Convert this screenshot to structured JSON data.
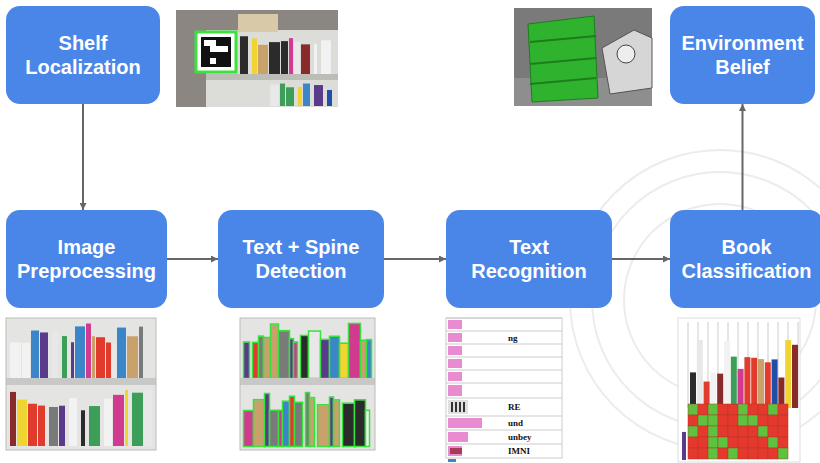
{
  "diagram": {
    "nodes": [
      {
        "text": [
          "Shelf Localization"
        ]
      },
      {
        "text": [
          "Image Preprocessing"
        ]
      },
      {
        "text": [
          "Text + Spine Detection"
        ]
      },
      {
        "text": [
          "Text Recognition"
        ]
      },
      {
        "text": [
          "Book Classification"
        ]
      },
      {
        "text": [
          "Environment Belief"
        ]
      }
    ],
    "edges": [
      {
        "from": 0,
        "to": 1,
        "arrow": "to"
      },
      {
        "from": 1,
        "to": 2,
        "arrow": "to"
      },
      {
        "from": 2,
        "to": 3,
        "arrow": "to"
      },
      {
        "from": 3,
        "to": 4,
        "arrow": "to"
      },
      {
        "from": 4,
        "to": 5,
        "arrow": "to"
      }
    ],
    "labels": [
      "ng",
      "RE",
      "und",
      "unbey",
      "IMNI"
    ]
  }
}
